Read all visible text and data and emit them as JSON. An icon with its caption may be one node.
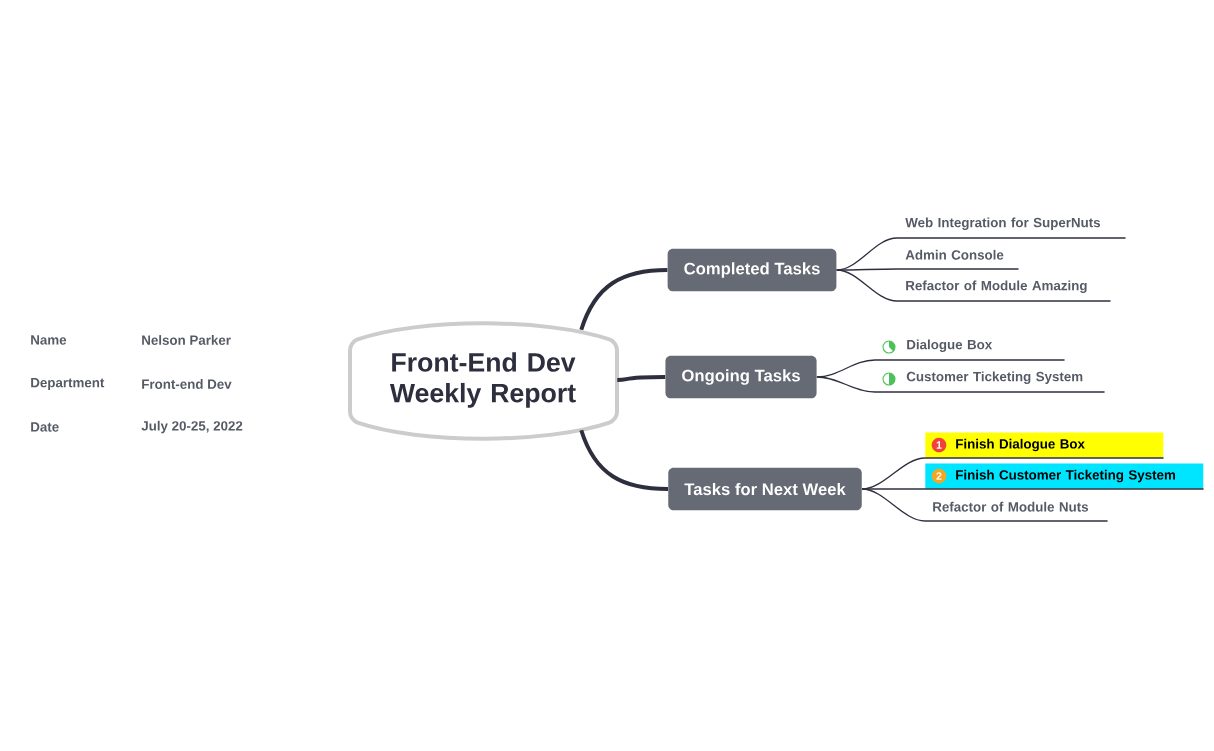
{
  "diagram": {
    "nodes": [
      {
        "text": [
          "Front-End Dev Weekly Report"
        ]
      },
      {
        "text": [
          "Completed Tasks"
        ]
      },
      {
        "text": [
          "Ongoing Tasks"
        ]
      },
      {
        "text": [
          "Tasks for Next Week"
        ]
      },
      {
        "text": [
          "Web Integration for SuperNuts"
        ]
      },
      {
        "text": [
          "Admin Console"
        ]
      },
      {
        "text": [
          "Refactor of Module Amazing"
        ]
      },
      {
        "text": [
          "Dialogue Box"
        ]
      },
      {
        "text": [
          "Customer Ticketing System"
        ]
      },
      {
        "text": [
          "1",
          "Finish Dialogue Box"
        ]
      },
      {
        "text": [
          "2",
          "Finish Customer Ticketing System"
        ]
      },
      {
        "text": [
          "Refactor of Module Nuts"
        ]
      }
    ],
    "edges": [
      {
        "from": 0,
        "to": 1,
        "arrow": "none",
        "style": "thick"
      },
      {
        "from": 0,
        "to": 2,
        "arrow": "none",
        "style": "thick"
      },
      {
        "from": 0,
        "to": 3,
        "arrow": "none",
        "style": "thick"
      },
      {
        "from": 1,
        "to": 4,
        "arrow": "none"
      },
      {
        "from": 1,
        "to": 5,
        "arrow": "none"
      },
      {
        "from": 1,
        "to": 6,
        "arrow": "none"
      },
      {
        "from": 2,
        "to": 7,
        "arrow": "none"
      },
      {
        "from": 2,
        "to": 8,
        "arrow": "none"
      },
      {
        "from": 3,
        "to": 9,
        "arrow": "none"
      },
      {
        "from": 3,
        "to": 10,
        "arrow": "none"
      },
      {
        "from": 3,
        "to": 11,
        "arrow": "none"
      }
    ],
    "labels": [
      "Name",
      "Nelson Parker",
      "Department",
      "Front-end Dev",
      "Date",
      "July 20-25, 2022"
    ]
  }
}
